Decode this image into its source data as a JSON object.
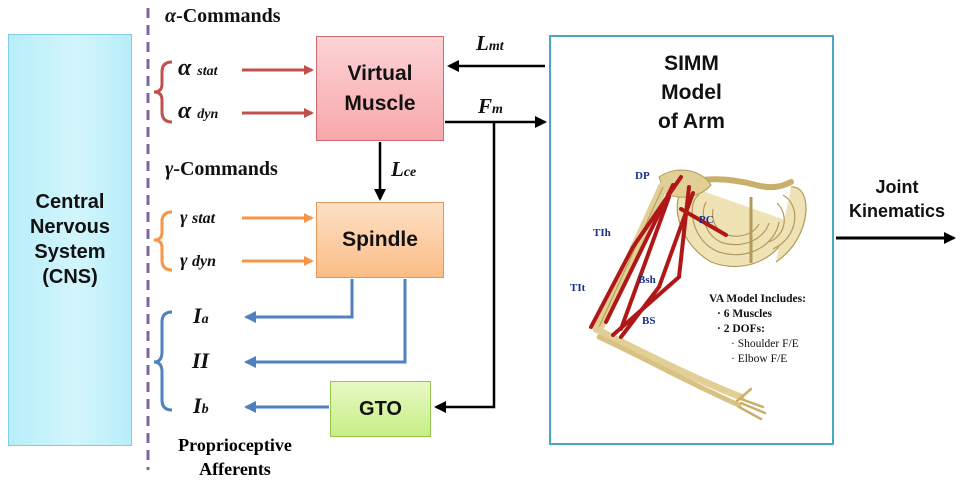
{
  "cns": {
    "label": "Central\nNervous\nSystem\n(CNS)"
  },
  "alpha": {
    "header_sym": "α",
    "header_text": "-Commands",
    "stat": {
      "sym": "α",
      "sub": "stat"
    },
    "dyn": {
      "sym": "α",
      "sub": "dyn"
    }
  },
  "gamma": {
    "header_sym": "γ",
    "header_text": "-Commands",
    "stat": {
      "sym": "γ",
      "sub": "stat"
    },
    "dyn": {
      "sym": "γ",
      "sub": "dyn"
    }
  },
  "blocks": {
    "virtual_muscle": "Virtual\nMuscle",
    "spindle": "Spindle",
    "gto": "GTO"
  },
  "signals": {
    "lmt": {
      "main": "L",
      "sub": "mt"
    },
    "fm": {
      "main": "F",
      "sub": "m"
    },
    "lce": {
      "main": "L",
      "sub": "ce"
    }
  },
  "afferents": {
    "ia": {
      "main": "I",
      "sub": "a"
    },
    "ii": {
      "main": "II"
    },
    "ib": {
      "main": "I",
      "sub": "b"
    },
    "label": "Proprioceptive\nAfferents"
  },
  "simm": {
    "title": "SIMM\nModel\nof Arm",
    "muscles": [
      "DP",
      "PC",
      "TIh",
      "Bsh",
      "TIt",
      "BS"
    ],
    "va_title": "VA Model Includes:",
    "va_items": [
      "· 6 Muscles",
      "· 2 DOFs:"
    ],
    "va_subitems": [
      "· Shoulder F/E",
      "· Elbow F/E"
    ]
  },
  "output": {
    "label": "Joint\nKinematics"
  },
  "colors": {
    "alpha_arrow": "#c0504d",
    "gamma_arrow": "#f79646",
    "afferent_arrow": "#4f81bd",
    "feedback_arrow": "#000000",
    "divider": "#8064a2",
    "cns_fill": "#b7eef9",
    "vm_fill": "#f7a8ac",
    "spindle_fill": "#fbbd86",
    "gto_fill": "#c7ee86",
    "simm_border": "#49a7c4",
    "muscle_red": "#b01818",
    "bone": "#e2cf95"
  }
}
